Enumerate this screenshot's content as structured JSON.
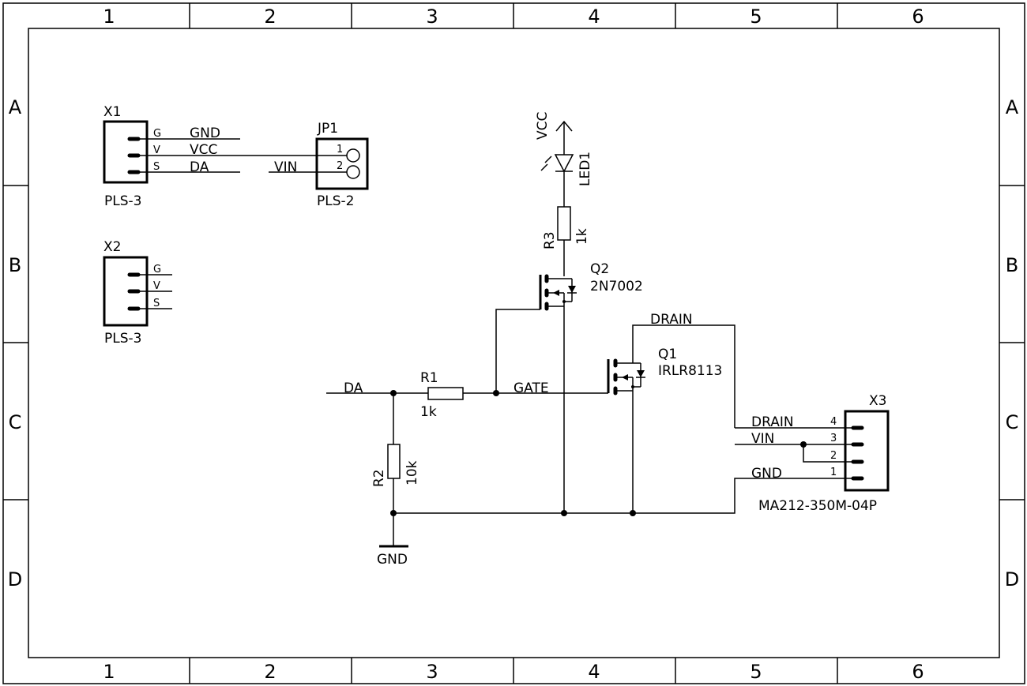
{
  "frame": {
    "columns": [
      "1",
      "2",
      "3",
      "4",
      "5",
      "6"
    ],
    "rows": [
      "A",
      "B",
      "C",
      "D"
    ]
  },
  "components": {
    "x1": {
      "ref": "X1",
      "value": "PLS-3",
      "pins": [
        "G",
        "V",
        "S"
      ],
      "nets": [
        "GND",
        "VCC",
        "DA"
      ]
    },
    "x2": {
      "ref": "X2",
      "value": "PLS-3",
      "pins": [
        "G",
        "V",
        "S"
      ]
    },
    "jp1": {
      "ref": "JP1",
      "value": "PLS-2",
      "pins": [
        "1",
        "2"
      ],
      "net": "VIN"
    },
    "led1": {
      "ref": "LED1",
      "supply": "VCC"
    },
    "r3": {
      "ref": "R3",
      "value": "1k"
    },
    "q2": {
      "ref": "Q2",
      "value": "2N7002"
    },
    "q1": {
      "ref": "Q1",
      "value": "IRLR8113"
    },
    "r1": {
      "ref": "R1",
      "value": "1k"
    },
    "r2": {
      "ref": "R2",
      "value": "10k"
    },
    "x3": {
      "ref": "X3",
      "value": "MA212-350M-04P",
      "pins": [
        "4",
        "3",
        "2",
        "1"
      ],
      "nets": [
        "DRAIN",
        "VIN",
        "GND"
      ]
    }
  },
  "nets": {
    "da": "DA",
    "gate": "GATE",
    "drain": "DRAIN",
    "gnd": "GND"
  }
}
